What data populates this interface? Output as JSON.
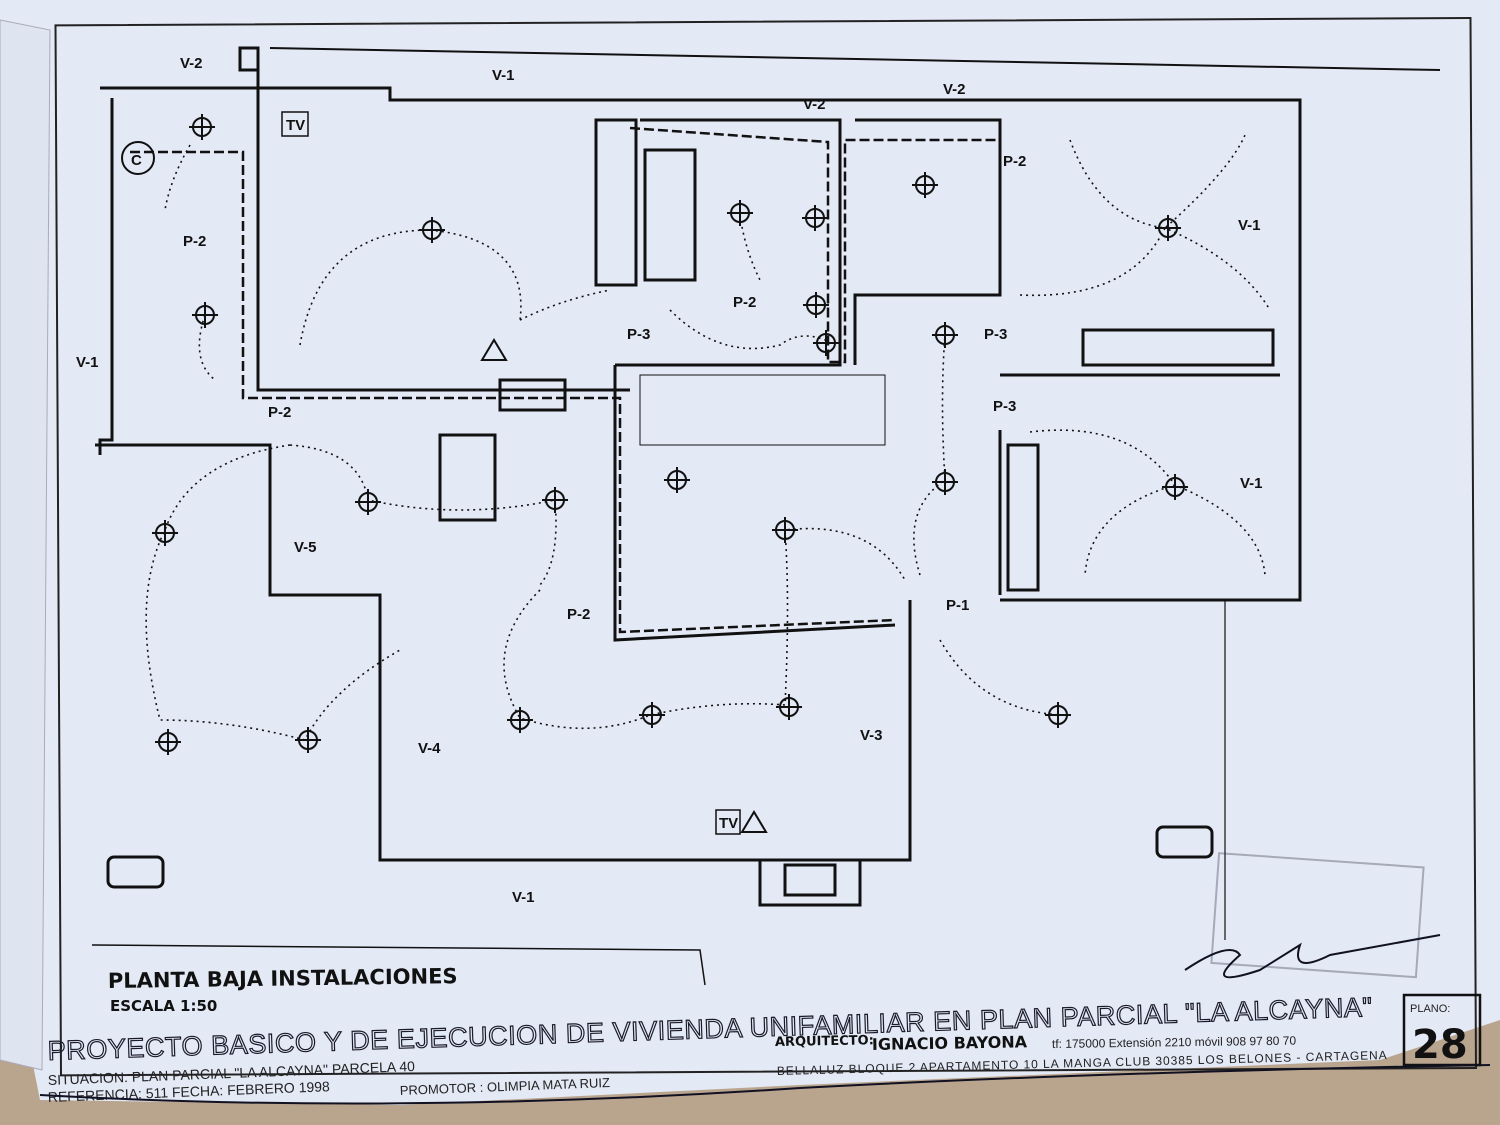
{
  "plan": {
    "title": "PLANTA BAJA INSTALACIONES",
    "scale": "ESCALA 1:50",
    "rooms": {
      "v2_a": "V-2",
      "v1_top": "V-1",
      "v2_b": "V-2",
      "v2_c": "V-2",
      "p2_a": "P-2",
      "p2_b": "P-2",
      "v1_right_top": "V-1",
      "v1_left": "V-1",
      "p3_a": "P-3",
      "p2_c": "P-2",
      "p3_b": "P-3",
      "p3_c": "P-3",
      "p2_d": "P-2",
      "v1_right_mid": "V-1",
      "v5": "V-5",
      "p2_e": "P-2",
      "p1": "P-1",
      "v4": "V-4",
      "v3": "V-3",
      "v1_bottom": "V-1"
    },
    "symbols": {
      "tv": "TV",
      "c": "C"
    }
  },
  "title_block": {
    "project": "PROYECTO BASICO Y DE EJECUCION DE VIVIENDA UNIFAMILIAR EN PLAN PARCIAL \"LA ALCAYNA\"",
    "situacion": "SITUACION:  PLAN PARCIAL  \"LA ALCAYNA\"  PARCELA 40",
    "referencia": "REFERENCIA: 511   FECHA: FEBRERO 1998",
    "promotor": "PROMOTOR : OLIMPIA MATA RUIZ",
    "arquitecto_label": "ARQUITECTO:",
    "arquitecto": "IGNACIO BAYONA",
    "telefono": "tf: 175000 Extensión 2210   móvil 908 97 80 70",
    "direccion": "BELLALUZ BLOQUE 2 APARTAMENTO 10 LA MANGA CLUB 30385 LOS BELONES - CARTAGENA",
    "plano_label": "PLANO:",
    "plano_number": "28"
  }
}
